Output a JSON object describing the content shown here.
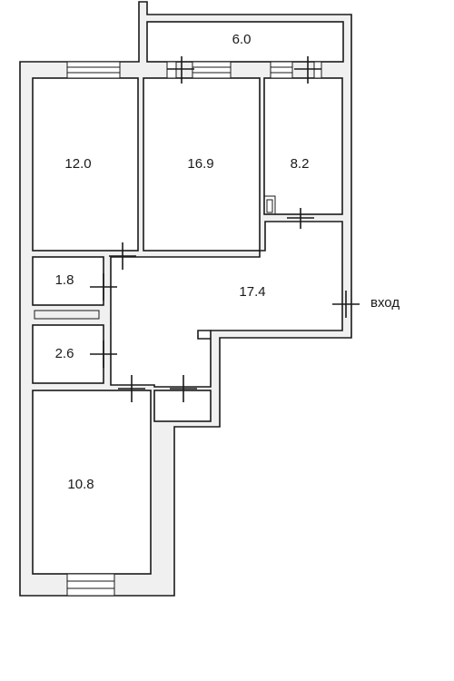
{
  "rooms": [
    {
      "id": "balcony",
      "area": "6.0"
    },
    {
      "id": "room-left",
      "area": "12.0"
    },
    {
      "id": "room-middle",
      "area": "16.9"
    },
    {
      "id": "room-right",
      "area": "8.2"
    },
    {
      "id": "wc",
      "area": "1.8"
    },
    {
      "id": "bath",
      "area": "2.6"
    },
    {
      "id": "hall",
      "area": "17.4"
    },
    {
      "id": "kitchen",
      "area": "10.8"
    }
  ],
  "entrance_label": "вход"
}
